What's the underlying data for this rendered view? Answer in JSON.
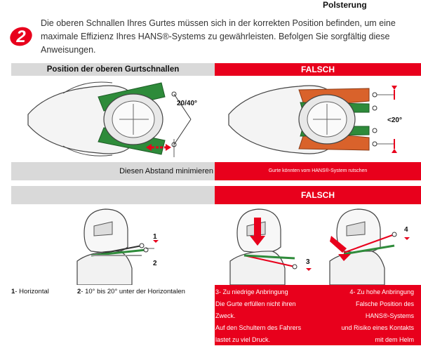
{
  "top_label": "Polsterung",
  "step_number": "2",
  "intro_text": "Die oberen Schnallen Ihres Gurtes müssen sich in der korrekten Position befinden, um eine maximale Effizienz Ihres HANS®-Systems zu gewährleisten. Befolgen Sie sorgfältig diese Anweisungen.",
  "section1": {
    "header_left": "Position der oberen Gurtschnallen",
    "header_right": "FALSCH",
    "angle_left": "20/40°",
    "angle_right": "<20°",
    "caption_left": "Diesen Abstand minimieren",
    "caption_right": "Gurte könnten vom HANS®-System rutschen"
  },
  "section2": {
    "header_right": "FALSCH",
    "marker1": "1",
    "marker2": "2",
    "marker3": "3",
    "marker4": "4",
    "caption1_num": "1",
    "caption1_text": "- Horizontal",
    "caption2_num": "2",
    "caption2_text": "- 10° bis 20° unter der Horizontalen",
    "caption3_title": "3- Zu niedrige Anbringung",
    "caption3_l1": "Die Gurte erfüllen nicht ihren",
    "caption3_l2": "Zweck.",
    "caption3_l3": "Auf den Schultern des Fahrers",
    "caption3_l4": "lastet zu viel Druck.",
    "caption4_title": "4- Zu hohe Anbringung",
    "caption4_l1": "Falsche Position des",
    "caption4_l2": "HANS®-Systems",
    "caption4_l3": "und Risiko eines Kontakts",
    "caption4_l4": "mit dem Helm"
  },
  "colors": {
    "accent_red": "#e8001c",
    "gray_bar": "#d9d9d9",
    "belt_green": "#2e8b3a",
    "belt_orange": "#d9622b"
  }
}
